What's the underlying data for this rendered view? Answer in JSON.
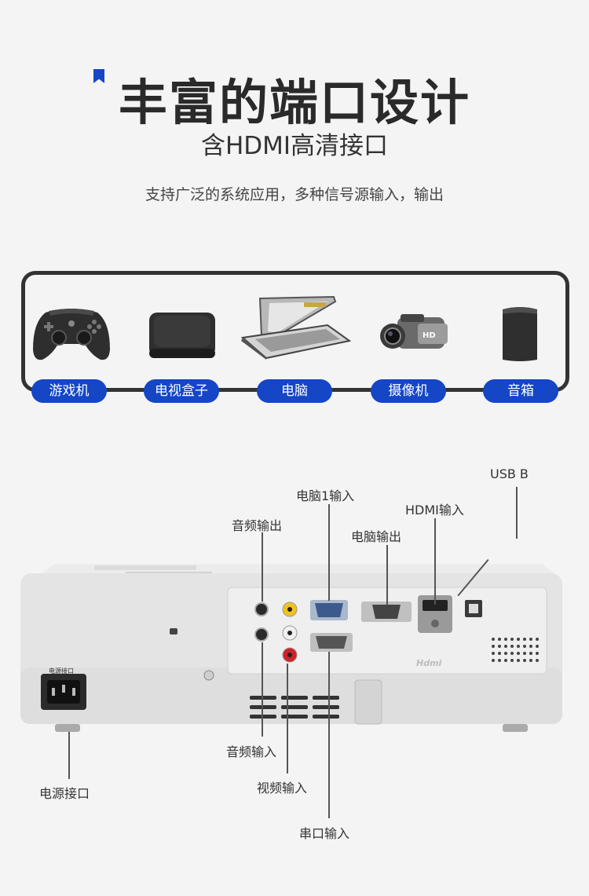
{
  "header": {
    "title": "丰富的端口设计",
    "subtitle": "含HDMI高清接口",
    "tagline": "支持广泛的系统应用，多种信号源输入，输出"
  },
  "devices": [
    {
      "label": "游戏机",
      "icon": "gamepad-icon"
    },
    {
      "label": "电视盒子",
      "icon": "tv-box-icon"
    },
    {
      "label": "电脑",
      "icon": "laptop-icon"
    },
    {
      "label": "摄像机",
      "icon": "camcorder-icon"
    },
    {
      "label": "音箱",
      "icon": "speaker-icon"
    }
  ],
  "ports": {
    "usb_b": "USB B",
    "computer1_in": "电脑1输入",
    "hdmi_in": "HDMI输入",
    "audio_out": "音频输出",
    "computer_out": "电脑输出",
    "audio_in": "音频输入",
    "video_in": "视频输入",
    "power": "电源接口",
    "serial_in": "串口输入"
  },
  "projector_marks": {
    "power_label": "电源接口",
    "hdmi_logo": "Hdmi"
  },
  "colors": {
    "accent": "#1446c6",
    "frame": "#333333",
    "background": "#f4f4f4"
  }
}
